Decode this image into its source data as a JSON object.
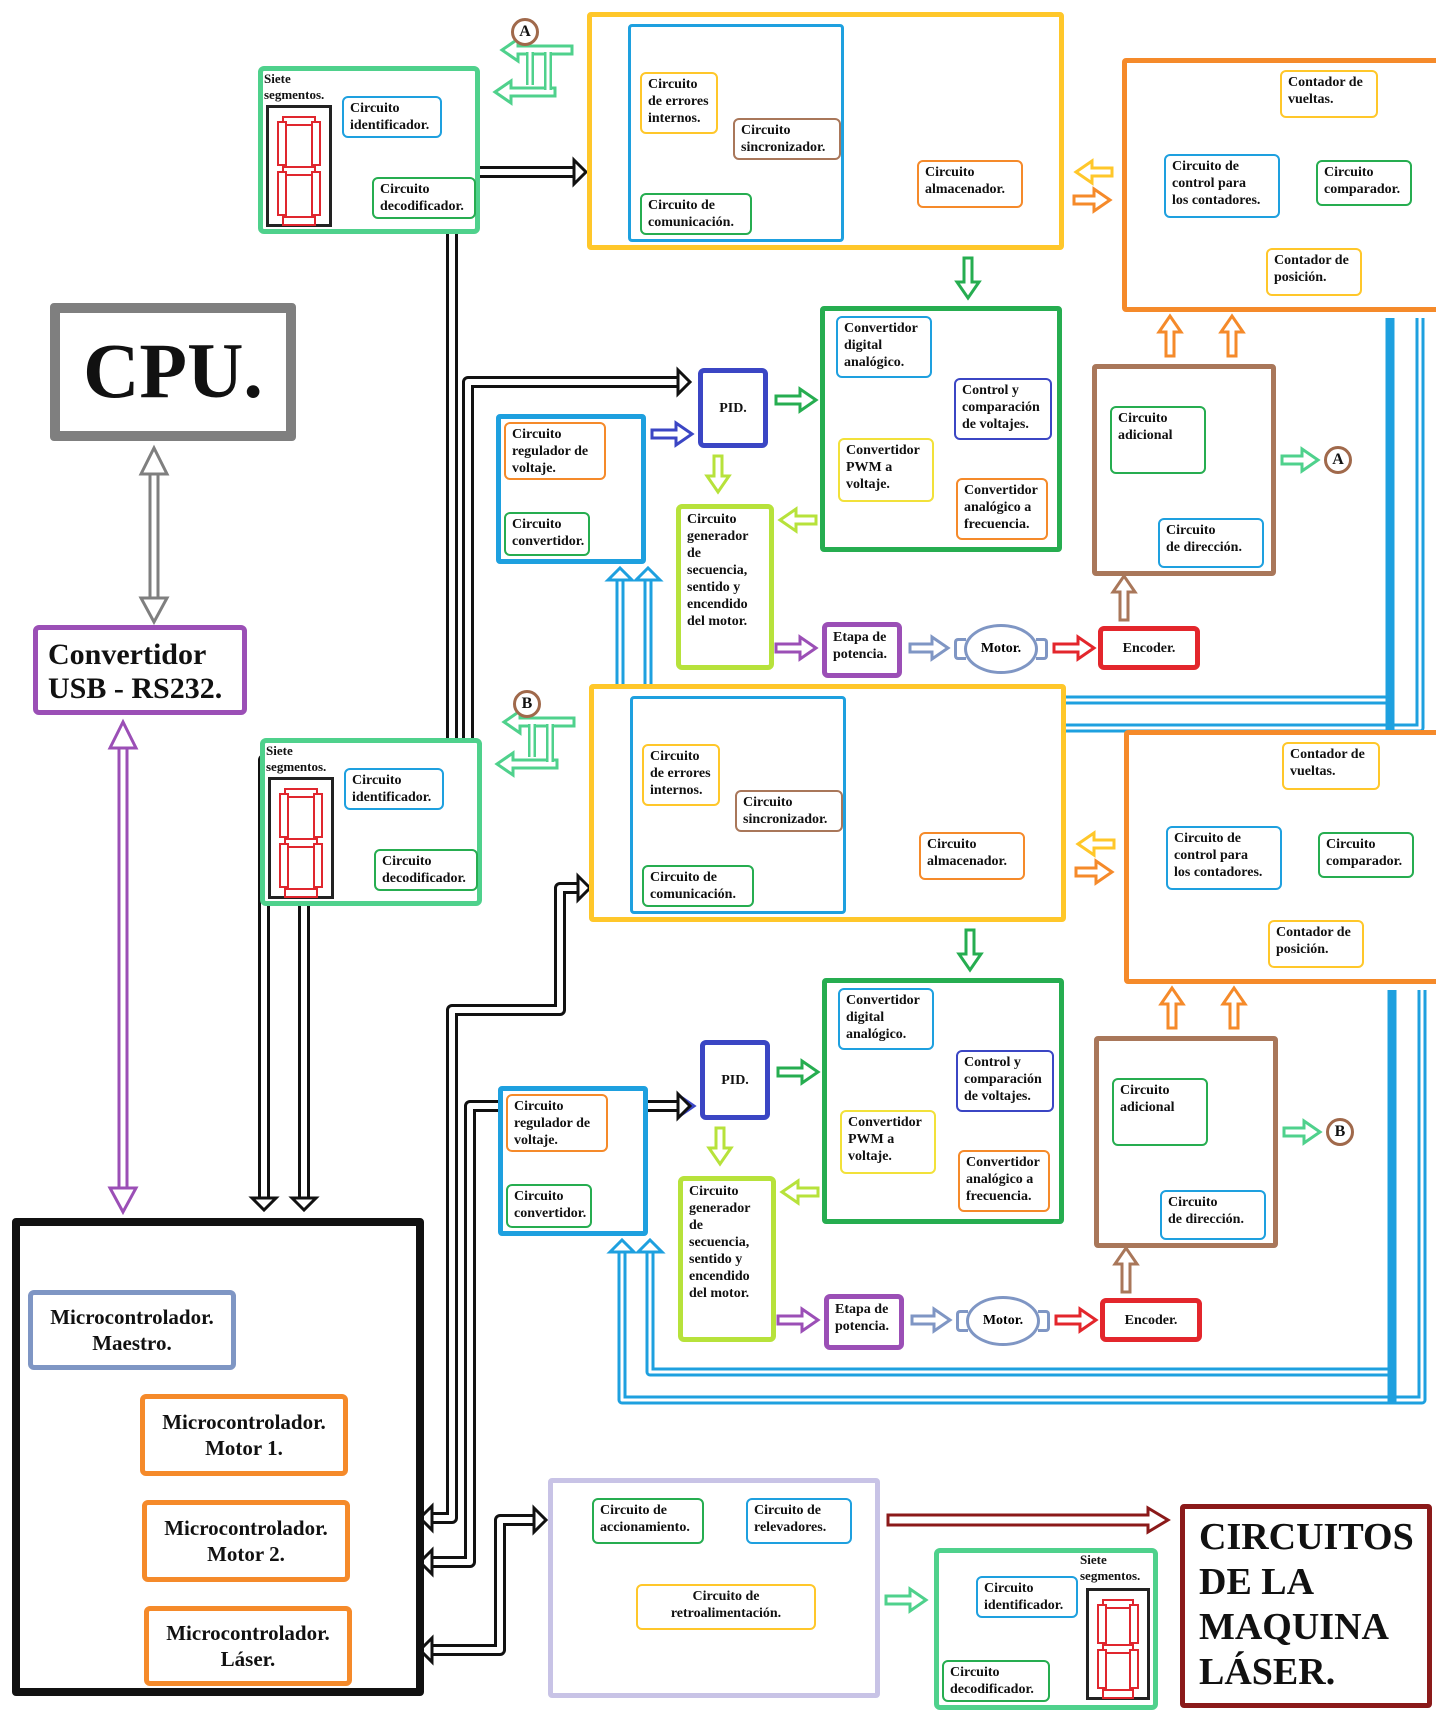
{
  "cpu": {
    "label": "CPU."
  },
  "usb_converter": {
    "label": "Convertidor\nUSB - RS232."
  },
  "controller": {
    "master": "Microcontrolador.\nMaestro.",
    "motor1": "Microcontrolador.\nMotor 1.",
    "motor2": "Microcontrolador.\nMotor 2.",
    "laser": "Microcontrolador.\nLáser."
  },
  "axis": {
    "seven_title": "Siete\nsegmentos.",
    "identificador": "Circuito\nidentificador.",
    "decodificador": "Circuito\ndecodificador.",
    "errores": "Circuito\nde errores\ninternos.",
    "sincronizador": "Circuito\nsincronizador.",
    "comunicacion": "Circuito de\ncomunicación.",
    "almacenador": "Circuito\nalmacenador.",
    "vueltas": "Contador de\nvueltas.",
    "control_contadores": "Circuito de\ncontrol para\nlos contadores.",
    "comparador": "Circuito\ncomparador.",
    "posicion": "Contador de\nposición.",
    "pid": "PID.",
    "regulador": "Circuito\nregulador de\nvoltaje.",
    "convertidor": "Circuito\nconvertidor.",
    "dac": "Convertidor\ndigital\nanalógico.",
    "control_voltajes": "Control y\ncomparación\nde voltajes.",
    "pwm": "Convertidor\nPWM  a\nvoltaje.",
    "analogico_frecuencia": "Convertidor\nanalógico a\nfrecuencia.",
    "adicional": "Circuito\nadicional",
    "direccion": "Circuito\nde dirección.",
    "generador": "Circuito\ngenerador\nde\nsecuencia,\nsentido y\nencendido\ndel motor.",
    "potencia": "Etapa de\npotencia.",
    "motor": "Motor.",
    "encoder": "Encoder."
  },
  "connectors": {
    "a": "A",
    "b": "B"
  },
  "laser_section": {
    "accionamiento": "Circuito de\naccionamiento.",
    "relevadores": "Circuito de\nrelevadores.",
    "retroalimentacion": "Circuito de\nretroalimentación.",
    "seven_title": "Siete\nsegmentos.",
    "identificador": "Circuito\nidentificador.",
    "decodificador": "Circuito\ndecodificador.",
    "title": "CIRCUITOS\nDE LA\nMAQUINA\nLÁSER."
  },
  "colors": {
    "blue_frame": "#1ea0df",
    "yellow_frame": "#ffc72a",
    "orange_frame": "#f58a2a",
    "green_frame": "#26ad50",
    "seven_frame": "#4fd18c",
    "brown_frame": "#a9775a",
    "pid_frame": "#3b46c4",
    "lime_frame": "#b7e23b",
    "purple_frame": "#9b4fb6",
    "encoder_red": "#e3262c",
    "laser_title_red": "#8b1a1a",
    "segment_red": "#e0262e",
    "gray": "#7f7f7f"
  }
}
